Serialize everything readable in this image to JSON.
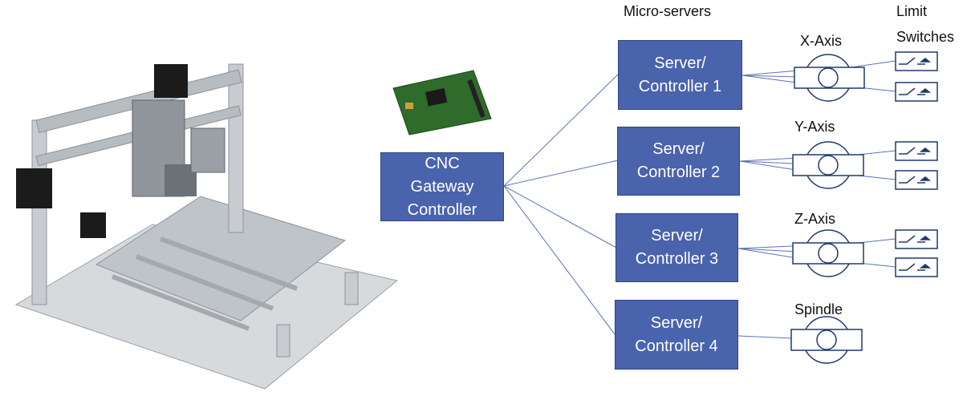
{
  "header": {
    "micro_servers": "Micro-servers",
    "limit_line1": "Limit",
    "limit_line2": "Switches"
  },
  "gateway": {
    "line1": "CNC",
    "line2": "Gateway",
    "line3": "Controller"
  },
  "servers": [
    {
      "line1": "Server/",
      "line2": "Controller 1"
    },
    {
      "line1": "Server/",
      "line2": "Controller 2"
    },
    {
      "line1": "Server/",
      "line2": "Controller 3"
    },
    {
      "line1": "Server/",
      "line2": "Controller 4"
    }
  ],
  "axes": [
    "X-Axis",
    "Y-Axis",
    "Z-Axis",
    "Spindle"
  ],
  "colors": {
    "box_fill": "#4a63ad",
    "box_border": "#2f447f",
    "line": "#5b73b5",
    "symbol": "#1f3a6e"
  }
}
